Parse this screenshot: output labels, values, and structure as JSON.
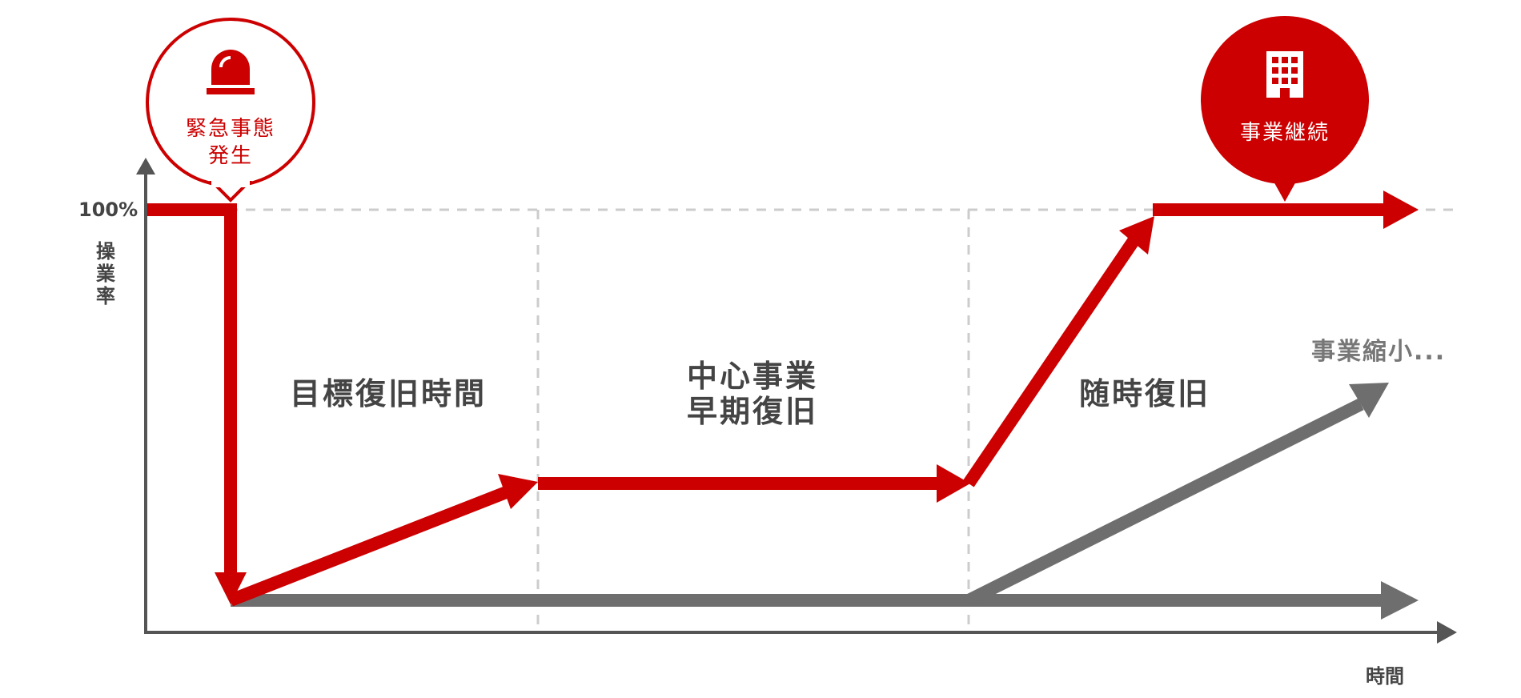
{
  "axes": {
    "y_top_label": "100%",
    "y_title": "操業率",
    "x_title": "時間"
  },
  "callouts": {
    "emergency": {
      "line1": "緊急事態",
      "line2": "発生",
      "icon": "siren-icon"
    },
    "continuity": {
      "text": "事業継続",
      "icon": "building-icon"
    }
  },
  "phases": {
    "p1": "目標復旧時間",
    "p2_line1": "中心事業",
    "p2_line2": "早期復旧",
    "p3": "随時復旧"
  },
  "outcomes": {
    "shrink": "事業縮小..."
  },
  "colors": {
    "red": "#cc0000",
    "gray": "#6e6e6e",
    "axis": "#555555",
    "grid": "#cccccc",
    "text": "#444444"
  }
}
